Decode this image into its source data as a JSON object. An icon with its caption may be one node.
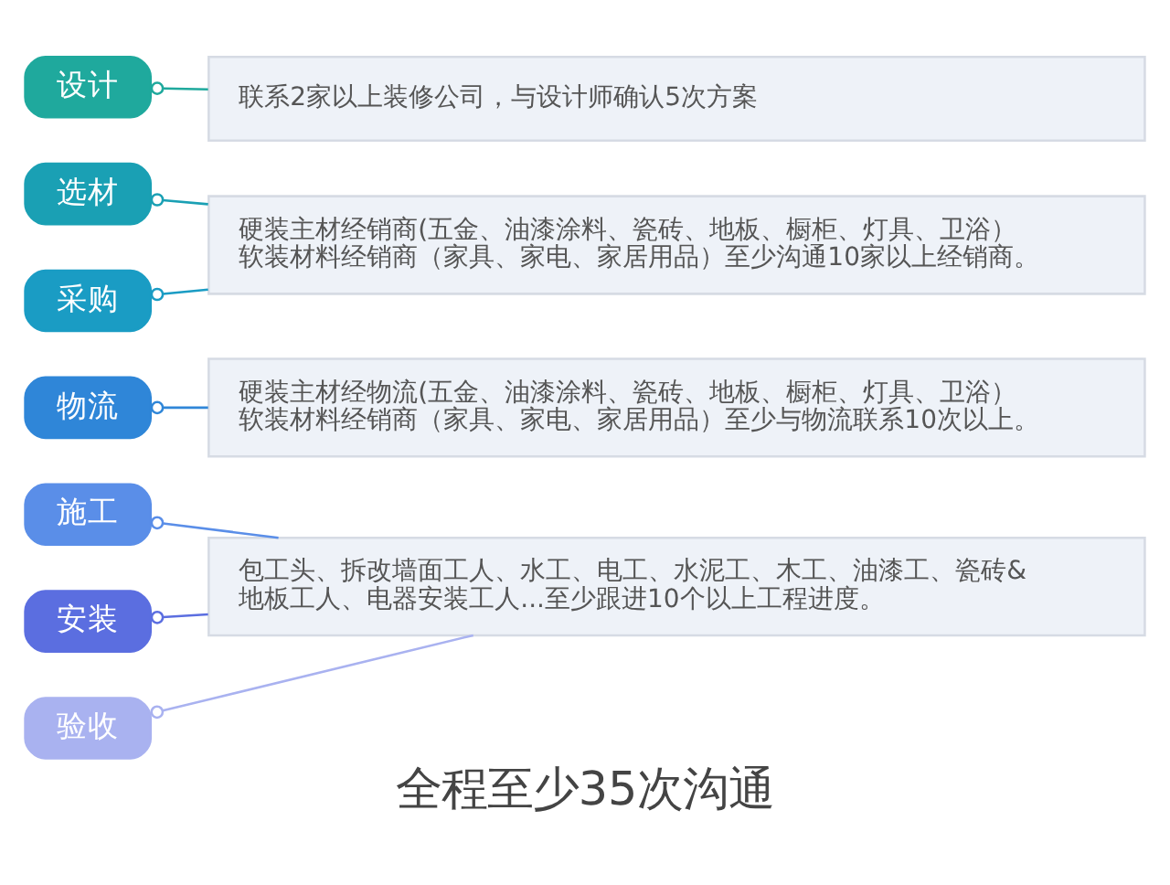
{
  "diagram": {
    "caption": "全程至少35次沟通",
    "nodes": [
      {
        "text": [
          "设计"
        ]
      },
      {
        "text": [
          "联系2家以上装修公司，与设计师确认5次方案"
        ]
      },
      {
        "text": [
          "选材"
        ]
      },
      {
        "text": [
          "采购"
        ]
      },
      {
        "text": [
          "硬装主材经销商(五金、油漆涂料、瓷砖、地板、橱柜、灯具、卫浴）软装材料经销商（家具、家电、家居用品）至少沟通10家以上经销商。"
        ]
      },
      {
        "text": [
          "物流"
        ]
      },
      {
        "text": [
          "硬装主材经物流(五金、油漆涂料、瓷砖、地板、橱柜、灯具、卫浴）软装材料经销商（家具、家电、家居用品）至少与物流联系10次以上。"
        ]
      },
      {
        "text": [
          "施工"
        ]
      },
      {
        "text": [
          "安装"
        ]
      },
      {
        "text": [
          "验收"
        ]
      },
      {
        "text": [
          "包工头、拆改墙面工人、水工、电工、水泥工、木工、油漆工、瓷砖&地板工人、电器安装工人...至少跟进10个以上工程进度。"
        ]
      }
    ],
    "edges": [
      {
        "from": 0,
        "to": 1,
        "arrow": "other",
        "color": "#1fa99d"
      },
      {
        "from": 2,
        "to": 4,
        "arrow": "other",
        "color": "#1aa0b4"
      },
      {
        "from": 3,
        "to": 4,
        "arrow": "other",
        "color": "#1a9cc4"
      },
      {
        "from": 5,
        "to": 6,
        "arrow": "other",
        "color": "#2f86d8"
      },
      {
        "from": 7,
        "to": 10,
        "arrow": "other",
        "color": "#5a8ee8"
      },
      {
        "from": 8,
        "to": 10,
        "arrow": "other",
        "color": "#5b6ee0"
      },
      {
        "from": 9,
        "to": 10,
        "arrow": "other",
        "color": "#a9b2f0"
      }
    ]
  }
}
